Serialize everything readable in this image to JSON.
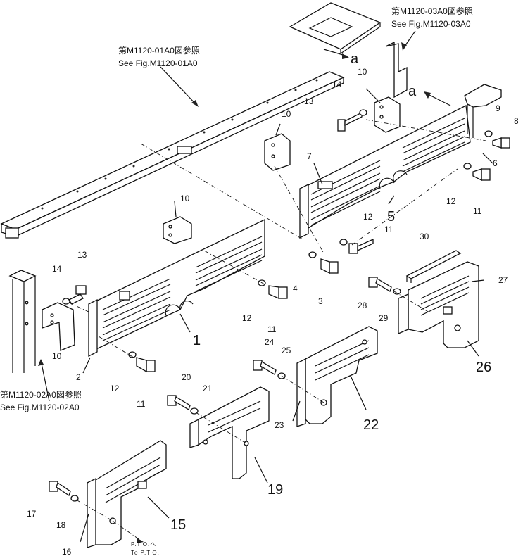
{
  "refs": {
    "top_right_jp": "第M1120-03A0図参照",
    "top_right_en": "See Fig.M1120-03A0",
    "top_left_jp": "第M1120-01A0図参照",
    "top_left_en": "See Fig.M1120-01A0",
    "bottom_left_jp": "第M1120-02A0図参照",
    "bottom_left_en": "See Fig.M1120-02A0"
  },
  "markers": {
    "a1": "a",
    "a2": "a"
  },
  "pto": {
    "line1": "P.T.O.へ",
    "line2": "To P.T.O."
  },
  "callouts": {
    "c1": "1",
    "c2": "2",
    "c4": "4",
    "c3": "3",
    "c5": "5",
    "c6": "6",
    "c7": "7",
    "c8": "8",
    "c9": "9",
    "c10a": "10",
    "c10b": "10",
    "c10c": "10",
    "c10d": "10",
    "c11a": "11",
    "c11b": "11",
    "c11c": "11",
    "c11d": "11",
    "c12a": "12",
    "c12b": "12",
    "c12c": "12",
    "c12d": "12",
    "c13a": "13",
    "c13b": "13",
    "c14a": "14",
    "c14b": "14",
    "c15": "15",
    "c16": "16",
    "c17": "17",
    "c18": "18",
    "c19": "19",
    "c20": "20",
    "c21": "21",
    "c22": "22",
    "c23": "23",
    "c24": "24",
    "c25": "25",
    "c26": "26",
    "c27": "27",
    "c28": "28",
    "c29": "29",
    "c30": "30"
  }
}
